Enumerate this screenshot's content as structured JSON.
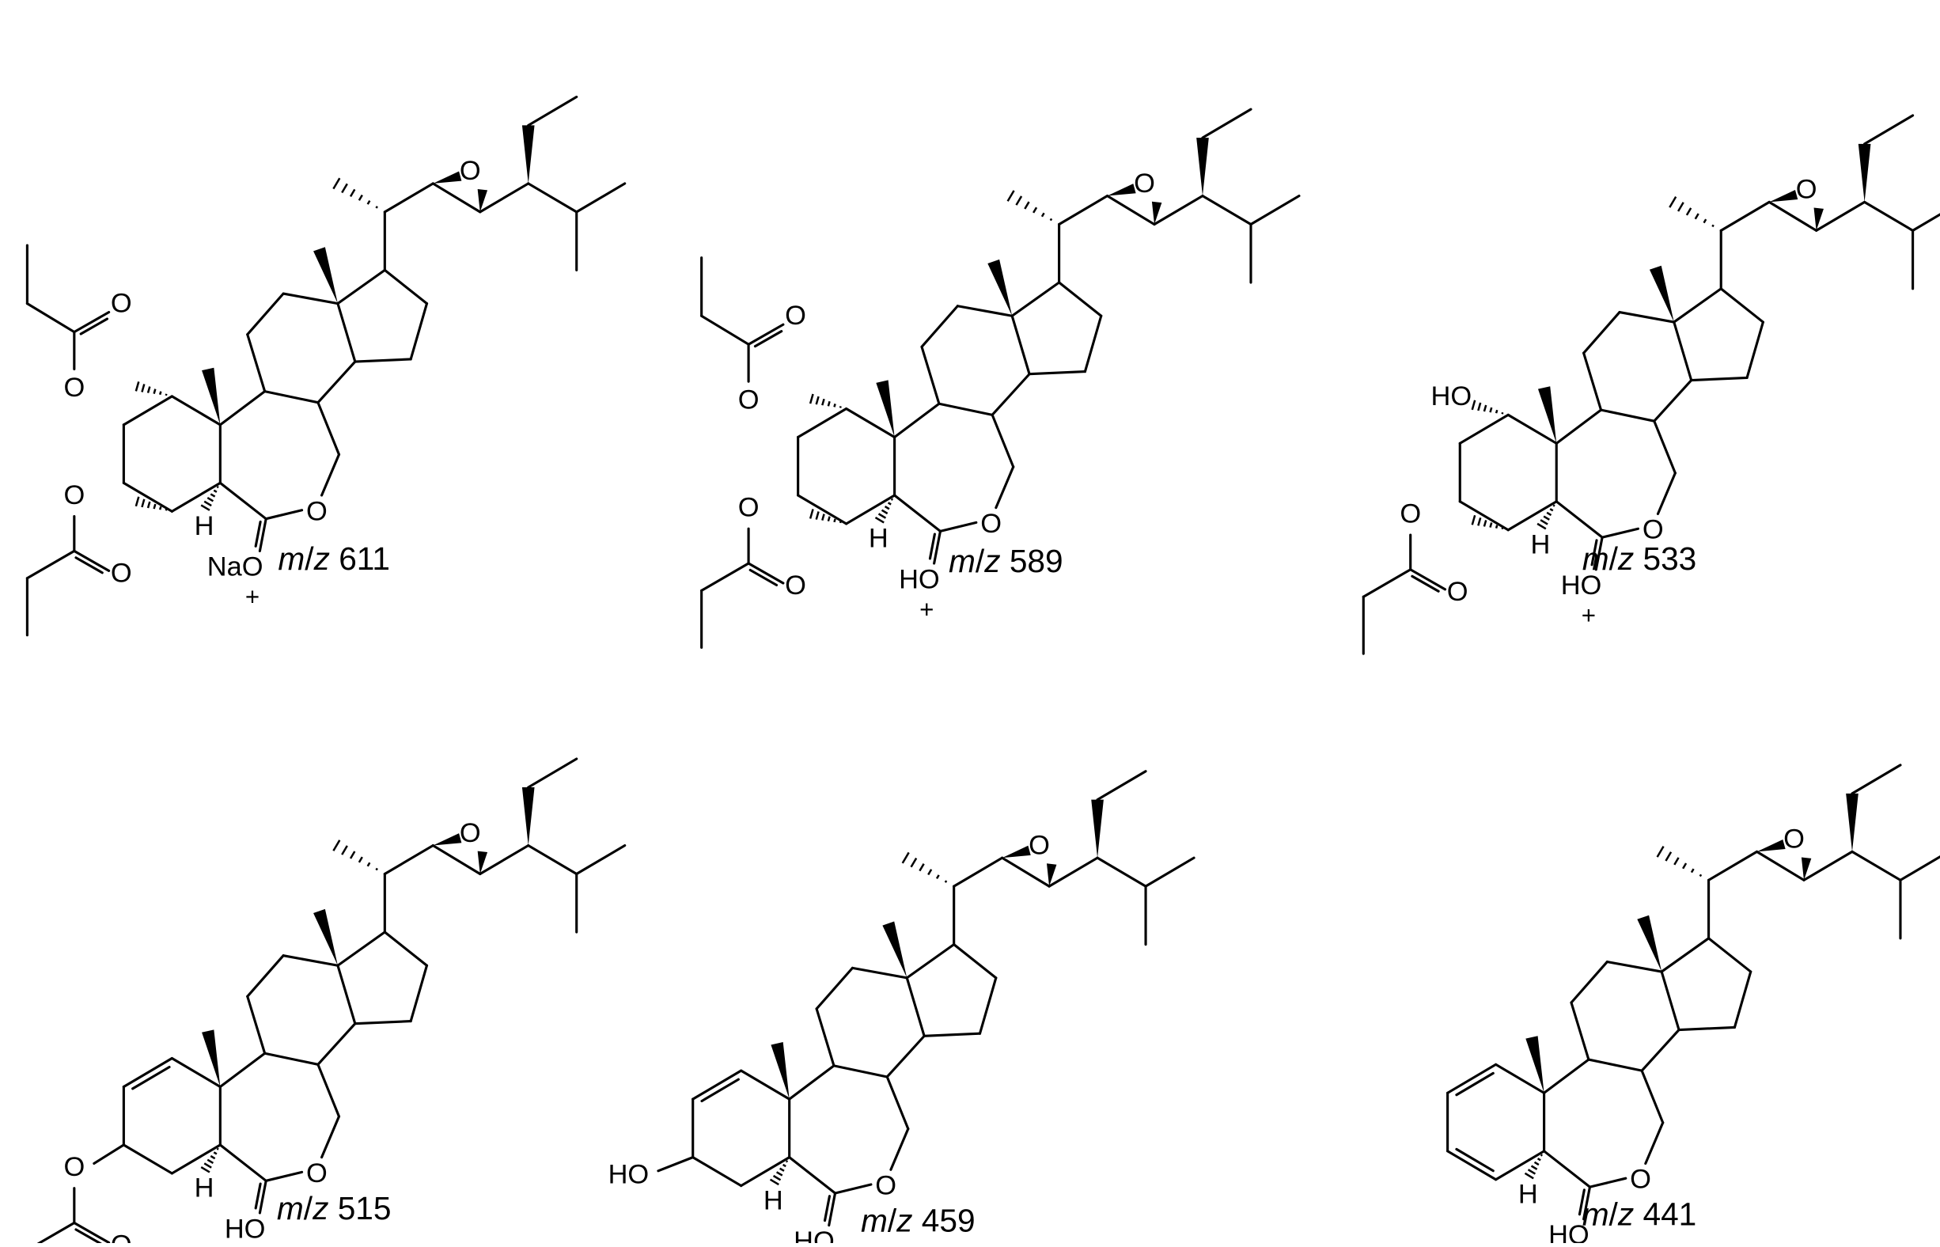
{
  "figure": {
    "background": "#ffffff",
    "line_color": "#000000",
    "layout": "2 rows x 3 columns of chemical structures (steroidal lactone with epoxide side chain, brassinolide-type fragment ions)"
  },
  "structures": [
    {
      "id": "s1",
      "label_prefix": "m/z",
      "label_value": "611",
      "ringA": "diester",
      "cation": "NaO",
      "charge": "+"
    },
    {
      "id": "s2",
      "label_prefix": "m/z",
      "label_value": "589",
      "ringA": "diester",
      "cation": "HO",
      "charge": "+"
    },
    {
      "id": "s3",
      "label_prefix": "m/z",
      "label_value": "533",
      "ringA": "hydroxy-ester",
      "cation": "HO",
      "charge": "+"
    },
    {
      "id": "s4",
      "label_prefix": "m/z",
      "label_value": "515",
      "ringA": "alkene-ester",
      "cation": "HO",
      "charge": "+"
    },
    {
      "id": "s5",
      "label_prefix": "m/z",
      "label_value": "459",
      "ringA": "alkene-hydroxy",
      "cation": "HO",
      "charge": "+"
    },
    {
      "id": "s6",
      "label_prefix": "m/z",
      "label_value": "441",
      "ringA": "diene",
      "cation": "HO",
      "charge": "+"
    }
  ],
  "atom_labels": {
    "O": "O",
    "H": "H",
    "HO": "HO",
    "NaO": "NaO",
    "plus": "+"
  }
}
